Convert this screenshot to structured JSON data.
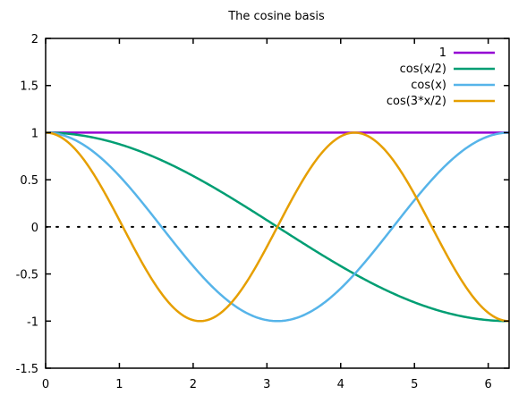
{
  "chart_data": {
    "type": "line",
    "title": "The cosine basis",
    "xlabel": "",
    "ylabel": "",
    "xlim": [
      0,
      6.2832
    ],
    "ylim": [
      -1.5,
      2
    ],
    "xticks": [
      0,
      1,
      2,
      3,
      4,
      5,
      6
    ],
    "yticks": [
      -1.5,
      -1,
      -0.5,
      0,
      0.5,
      1,
      1.5,
      2
    ],
    "ytick_labels": [
      "-1.5",
      "-1",
      "-0.5",
      "0",
      "0.5",
      "1",
      "1.5",
      "2"
    ],
    "xtick_labels": [
      "0",
      "1",
      "2",
      "3",
      "4",
      "5",
      "6"
    ],
    "grid": false,
    "zero_line": "dotted",
    "legend_position": "top-right",
    "series": [
      {
        "name": "1",
        "function": "1",
        "color": "#9400d3"
      },
      {
        "name": "cos(x/2)",
        "function": "cos(x/2)",
        "color": "#009e73"
      },
      {
        "name": "cos(x)",
        "function": "cos(x)",
        "color": "#56b4e9"
      },
      {
        "name": "cos(3*x/2)",
        "function": "cos(3*x/2)",
        "color": "#e69f00"
      }
    ]
  }
}
